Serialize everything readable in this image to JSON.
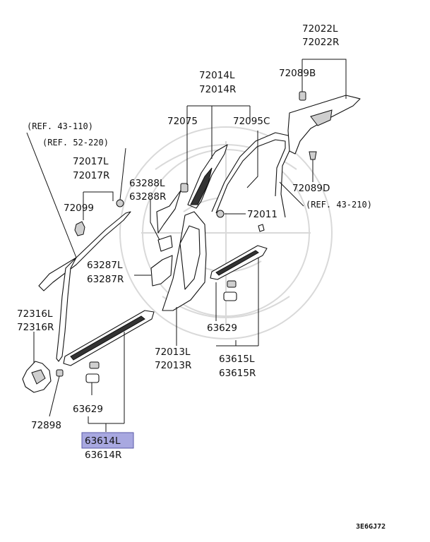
{
  "labels": {
    "p72022l": "72022L",
    "p72022r": "72022R",
    "p72089b": "72089B",
    "p72014l": "72014L",
    "p72014r": "72014R",
    "p72075": "72075",
    "p72095c": "72095C",
    "ref43_110": "(REF. 43-110)",
    "ref52_220": "(REF. 52-220)",
    "p72017l": "72017L",
    "p72017r": "72017R",
    "p72099": "72099",
    "p63288l": "63288L",
    "p63288r": "63288R",
    "p72089d": "72089D",
    "ref43_210": "(REF. 43-210)",
    "p72011": "72011",
    "p63287l": "63287L",
    "p63287r": "63287R",
    "p72316l": "72316L",
    "p72316r": "72316R",
    "p63629a": "63629",
    "p72013l": "72013L",
    "p72013r": "72013R",
    "p63615l": "63615L",
    "p63615r": "63615R",
    "p63629b": "63629",
    "p72898": "72898",
    "p63614l": "63614L",
    "p63614r": "63614R",
    "diagram_code": "3E6GJ72"
  },
  "colors": {
    "line": "#111111",
    "highlight_fill": "#a8a8e0",
    "watermark": "#d9d9d9"
  }
}
